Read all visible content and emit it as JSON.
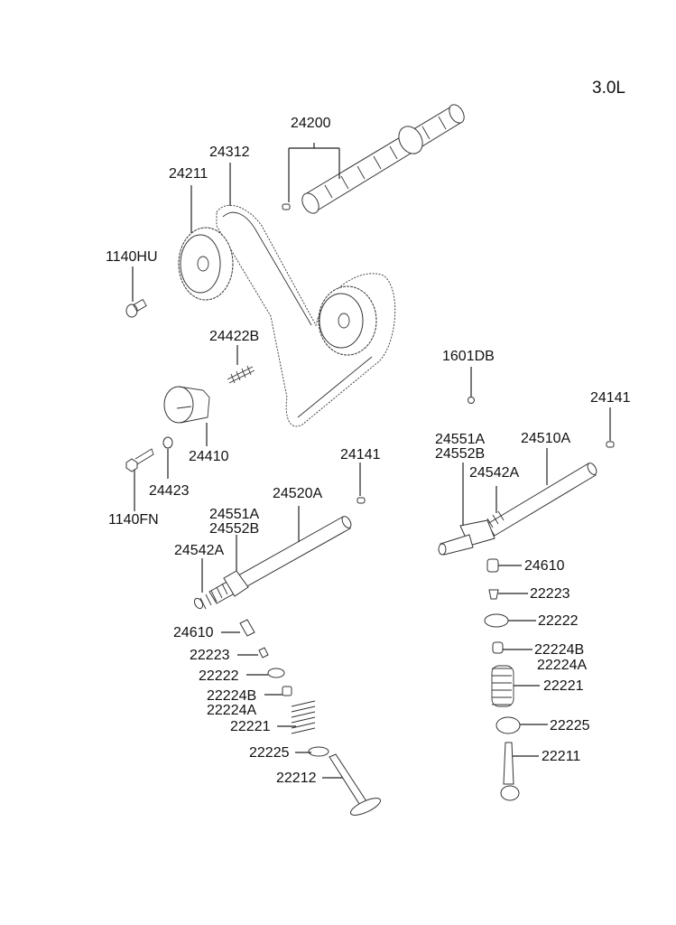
{
  "diagram": {
    "engine_label": "3.0L",
    "parts": {
      "camshaft": "24200",
      "timing_belt": "24312",
      "cam_sprocket": "24211",
      "sprocket_bolt": "1140HU",
      "tensioner_spring": "24422B",
      "tensioner_pulley": "24410",
      "tensioner_washer": "24423",
      "tensioner_bolt": "1140FN",
      "plug_left": "24141",
      "plug_right": "24141",
      "oil_seal_ring": "1601DB",
      "rocker_shaft_left": "24520A",
      "rocker_shaft_right": "24510A",
      "rocker_arm_left_a": "24551A",
      "rocker_arm_left_b": "24552B",
      "rocker_arm_right_a": "24551A",
      "rocker_arm_right_b": "24552B",
      "rocker_spring_left": "24542A",
      "rocker_spring_right": "24542A",
      "lash_adjuster_left": "24610",
      "lash_adjuster_right": "24610",
      "valve_cotter_left": "22223",
      "valve_cotter_right": "22223",
      "spring_retainer_left": "22222",
      "spring_retainer_right": "22222",
      "stem_seal_left_b": "22224B",
      "stem_seal_left_a": "22224A",
      "stem_seal_right_b": "22224B",
      "stem_seal_right_a": "22224A",
      "valve_spring_left": "22221",
      "valve_spring_right": "22221",
      "spring_seat_left": "22225",
      "spring_seat_right": "22225",
      "exhaust_valve": "22212",
      "intake_valve": "22211"
    }
  }
}
